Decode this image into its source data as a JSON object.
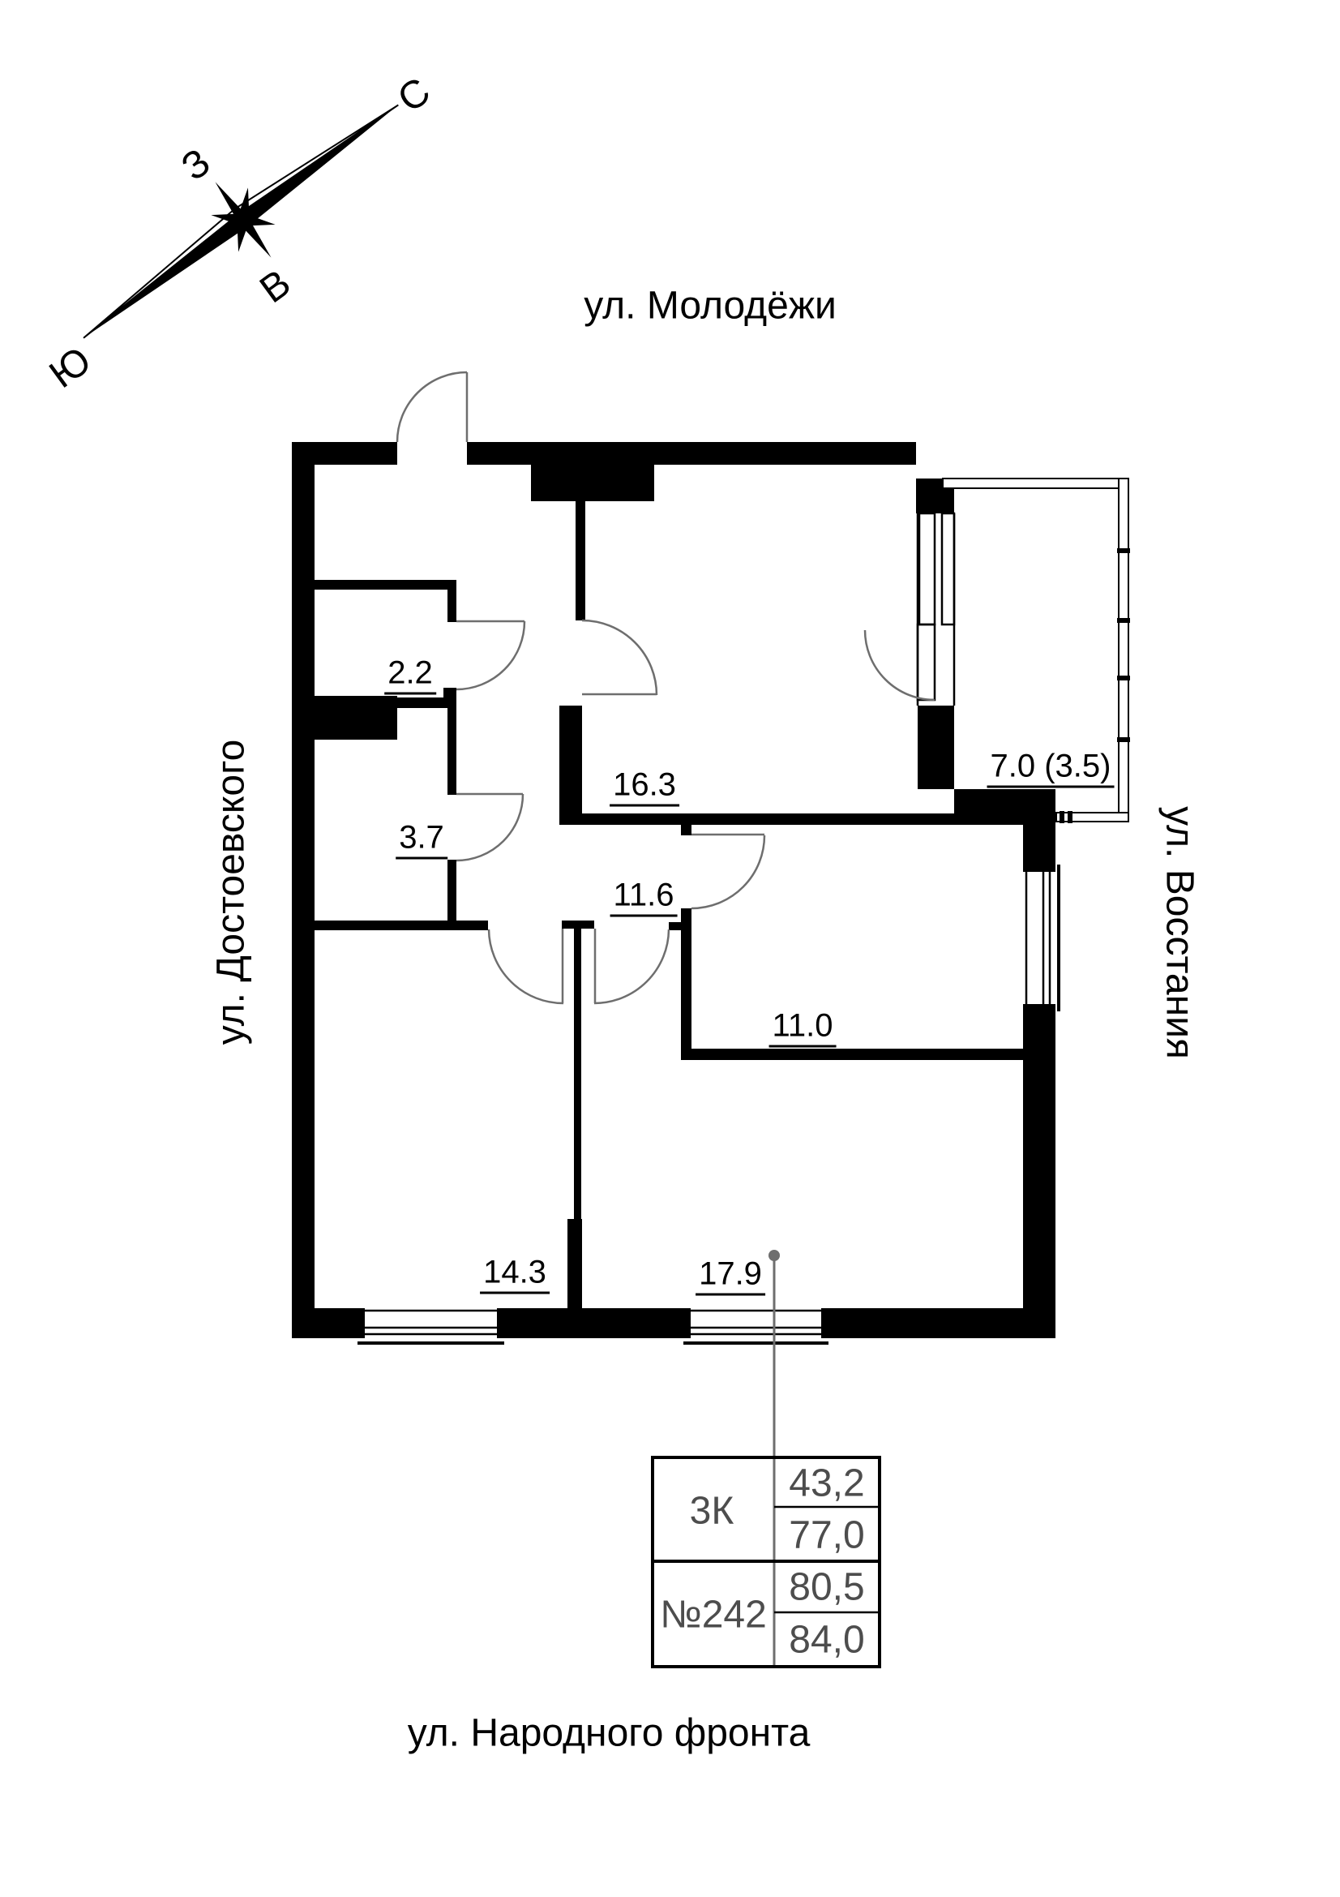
{
  "streets": {
    "top": "ул. Молодёжи",
    "bottom": "ул. Народного фронта",
    "left": "ул. Достоевского",
    "right": "ул. Восстания"
  },
  "compass": {
    "north": "С",
    "south": "Ю",
    "west": "З",
    "east": "В"
  },
  "rooms": [
    {
      "id": "closet",
      "area": "2.2"
    },
    {
      "id": "bathroom",
      "area": "3.7"
    },
    {
      "id": "living-room",
      "area": "16.3"
    },
    {
      "id": "hall",
      "area": "11.6"
    },
    {
      "id": "bedroom-small",
      "area": "11.0"
    },
    {
      "id": "bedroom-left",
      "area": "14.3"
    },
    {
      "id": "kitchen",
      "area": "17.9"
    },
    {
      "id": "balcony",
      "area": "7.0 (3.5)"
    }
  ],
  "info_table": {
    "rooms_label": "3К",
    "apartment_number": "№242",
    "living_area": "43,2",
    "area_without_balcony": "77,0",
    "area_with_coefficient": "80,5",
    "area_total": "84,0"
  },
  "colors": {
    "walls": "#000000",
    "door_arcs": "#6e6e6e",
    "leader_line": "#6e6e6e",
    "table_text": "#4d4d4d"
  }
}
